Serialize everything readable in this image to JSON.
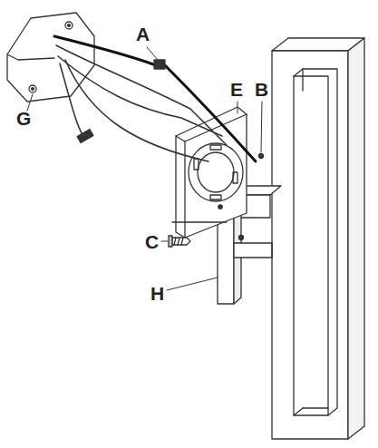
{
  "diagram": {
    "labels": [
      "A",
      "E",
      "B",
      "G",
      "C",
      "H"
    ]
  }
}
